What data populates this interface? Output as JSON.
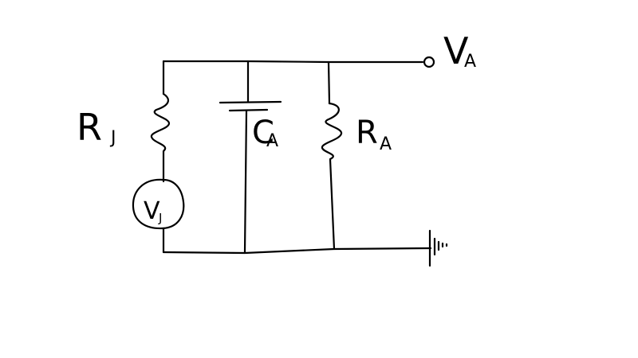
{
  "circuit": {
    "output_label": {
      "main": "V",
      "sub": "A"
    },
    "resistor_j": {
      "main": "R",
      "sub": "J"
    },
    "capacitor_a": {
      "main": "C",
      "sub": "A"
    },
    "resistor_a": {
      "main": "R",
      "sub": "A"
    },
    "source_j": {
      "main": "V",
      "sub": "J"
    }
  },
  "colors": {
    "ink": "#000000",
    "background": "#ffffff"
  }
}
